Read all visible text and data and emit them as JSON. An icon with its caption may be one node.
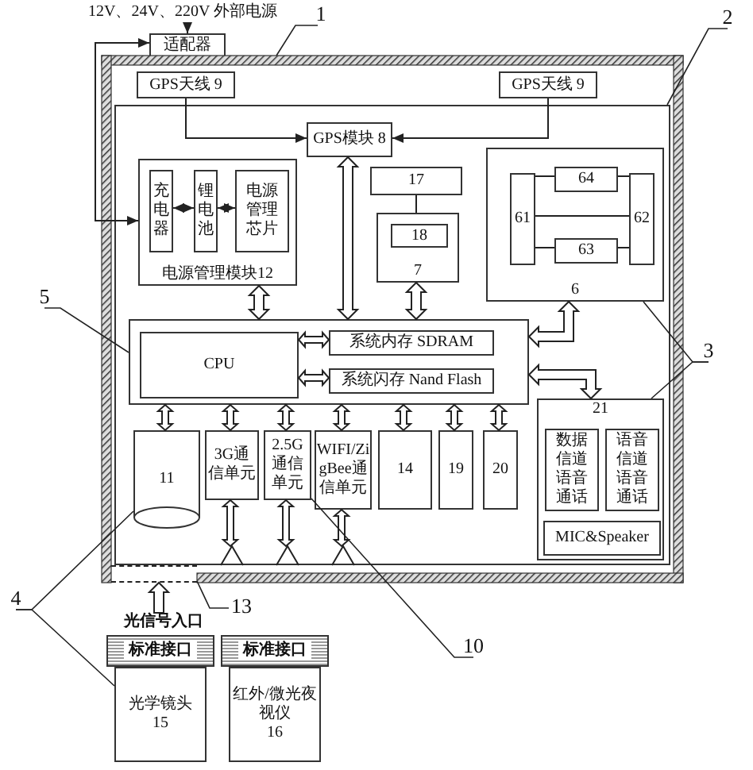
{
  "diagram": {
    "nodes": [
      {
        "text": [
          "12V、24V、220V 外部电源"
        ]
      },
      {
        "text": [
          "适配器"
        ]
      },
      {
        "text": [
          "1"
        ]
      },
      {
        "text": [
          "2"
        ]
      },
      {
        "text": [],
        "shape": "box"
      },
      {
        "text": [
          "GPS天线 9"
        ],
        "in": 4
      },
      {
        "text": [
          "GPS天线 9"
        ],
        "in": 4
      },
      {
        "text": [],
        "shape": "box",
        "in": 4
      },
      {
        "text": [
          "GPS模块 8"
        ],
        "in": 7
      },
      {
        "text": [
          "电源管理模块12"
        ],
        "in": 7
      },
      {
        "text": [
          "充电器"
        ],
        "in": 9
      },
      {
        "text": [
          "锂电池"
        ],
        "in": 9
      },
      {
        "text": [
          "电源管理芯片"
        ],
        "in": 9
      },
      {
        "text": [
          "17"
        ],
        "in": 7
      },
      {
        "text": [
          "7"
        ],
        "in": 7
      },
      {
        "text": [
          "18"
        ],
        "in": 14
      },
      {
        "text": [
          "6"
        ],
        "in": 7
      },
      {
        "text": [
          "61"
        ],
        "in": 16
      },
      {
        "text": [
          "64"
        ],
        "in": 16
      },
      {
        "text": [
          "62"
        ],
        "in": 16
      },
      {
        "text": [
          "63"
        ],
        "in": 16
      },
      {
        "text": [
          "5"
        ]
      },
      {
        "text": [
          "3"
        ]
      },
      {
        "text": [],
        "shape": "box",
        "in": 7
      },
      {
        "text": [
          "CPU"
        ],
        "in": 23
      },
      {
        "text": [
          "系统内存 SDRAM"
        ],
        "in": 23
      },
      {
        "text": [
          "系统闪存 Nand Flash"
        ],
        "in": 23
      },
      {
        "text": [
          "11"
        ],
        "in": 7
      },
      {
        "text": [
          "3G通信单元"
        ],
        "in": 7
      },
      {
        "text": [
          "2.5G通信单元"
        ],
        "in": 7
      },
      {
        "text": [
          "WIFI/ZigBee通信单元"
        ],
        "in": 7
      },
      {
        "text": [
          "14"
        ],
        "in": 7
      },
      {
        "text": [
          "19"
        ],
        "in": 7
      },
      {
        "text": [
          "20"
        ],
        "in": 7
      },
      {
        "text": [
          "21"
        ],
        "in": 7
      },
      {
        "text": [
          "数据信道语音通话"
        ],
        "in": 34
      },
      {
        "text": [
          "语音信道语音通话"
        ],
        "in": 34
      },
      {
        "text": [
          "MIC&Speaker"
        ],
        "in": 34
      },
      {
        "text": [],
        "shape": "triangle",
        "in": 7
      },
      {
        "text": [],
        "shape": "triangle",
        "in": 7
      },
      {
        "text": [],
        "shape": "triangle",
        "in": 7
      },
      {
        "text": [],
        "shape": "box",
        "in": 4
      },
      {
        "text": [
          "4"
        ]
      },
      {
        "text": [
          "13"
        ]
      },
      {
        "text": [
          "光信号入口"
        ]
      },
      {
        "text": [
          "10"
        ]
      },
      {
        "text": [
          "标准接口"
        ]
      },
      {
        "text": [
          "光学镜头",
          "15"
        ]
      },
      {
        "text": [
          "标准接口"
        ]
      },
      {
        "text": [
          "红外/微光夜视仪",
          "16"
        ]
      }
    ],
    "edges": [
      {
        "from": 0,
        "to": 1,
        "arrow": "to"
      },
      {
        "from": 1,
        "to": 9,
        "arrow": "both"
      },
      {
        "from": 5,
        "to": 8,
        "arrow": "to"
      },
      {
        "from": 6,
        "to": 8,
        "arrow": "to"
      },
      {
        "from": 10,
        "to": 11,
        "arrow": "both"
      },
      {
        "from": 11,
        "to": 12,
        "arrow": "both"
      },
      {
        "from": 9,
        "to": 23,
        "arrow": "both",
        "style": "thick"
      },
      {
        "from": 8,
        "to": 23,
        "arrow": "both",
        "style": "thick"
      },
      {
        "from": 13,
        "to": 14,
        "arrow": "none"
      },
      {
        "from": 14,
        "to": 23,
        "arrow": "both",
        "style": "thick"
      },
      {
        "from": 17,
        "to": 18,
        "arrow": "none"
      },
      {
        "from": 18,
        "to": 19,
        "arrow": "none"
      },
      {
        "from": 17,
        "to": 19,
        "arrow": "none"
      },
      {
        "from": 17,
        "to": 20,
        "arrow": "none"
      },
      {
        "from": 20,
        "to": 19,
        "arrow": "none"
      },
      {
        "from": 16,
        "to": 23,
        "arrow": "both",
        "style": "thick"
      },
      {
        "from": 34,
        "to": 23,
        "arrow": "both",
        "style": "thick"
      },
      {
        "from": 24,
        "to": 25,
        "arrow": "both",
        "style": "thick"
      },
      {
        "from": 24,
        "to": 26,
        "arrow": "both",
        "style": "thick"
      },
      {
        "from": 23,
        "to": 27,
        "arrow": "both",
        "style": "thick"
      },
      {
        "from": 23,
        "to": 28,
        "arrow": "both",
        "style": "thick"
      },
      {
        "from": 23,
        "to": 29,
        "arrow": "both",
        "style": "thick"
      },
      {
        "from": 23,
        "to": 30,
        "arrow": "both",
        "style": "thick"
      },
      {
        "from": 23,
        "to": 31,
        "arrow": "both",
        "style": "thick"
      },
      {
        "from": 23,
        "to": 32,
        "arrow": "both",
        "style": "thick"
      },
      {
        "from": 23,
        "to": 33,
        "arrow": "both",
        "style": "thick"
      },
      {
        "from": 38,
        "to": 28,
        "arrow": "both",
        "style": "thick"
      },
      {
        "from": 39,
        "to": 29,
        "arrow": "both",
        "style": "thick"
      },
      {
        "from": 40,
        "to": 30,
        "arrow": "both",
        "style": "thick"
      },
      {
        "from": 44,
        "to": 41,
        "arrow": "to",
        "style": "thick"
      },
      {
        "from": 2,
        "to": 4,
        "arrow": "none"
      },
      {
        "from": 3,
        "to": 7,
        "arrow": "none"
      },
      {
        "from": 22,
        "to": 16,
        "arrow": "none"
      },
      {
        "from": 22,
        "to": 34,
        "arrow": "none"
      },
      {
        "from": 21,
        "to": 23,
        "arrow": "none"
      },
      {
        "from": 42,
        "to": 27,
        "arrow": "none"
      },
      {
        "from": 42,
        "to": 47,
        "arrow": "none"
      },
      {
        "from": 45,
        "to": 29,
        "arrow": "none"
      },
      {
        "from": 43,
        "to": 41,
        "arrow": "none"
      }
    ]
  }
}
